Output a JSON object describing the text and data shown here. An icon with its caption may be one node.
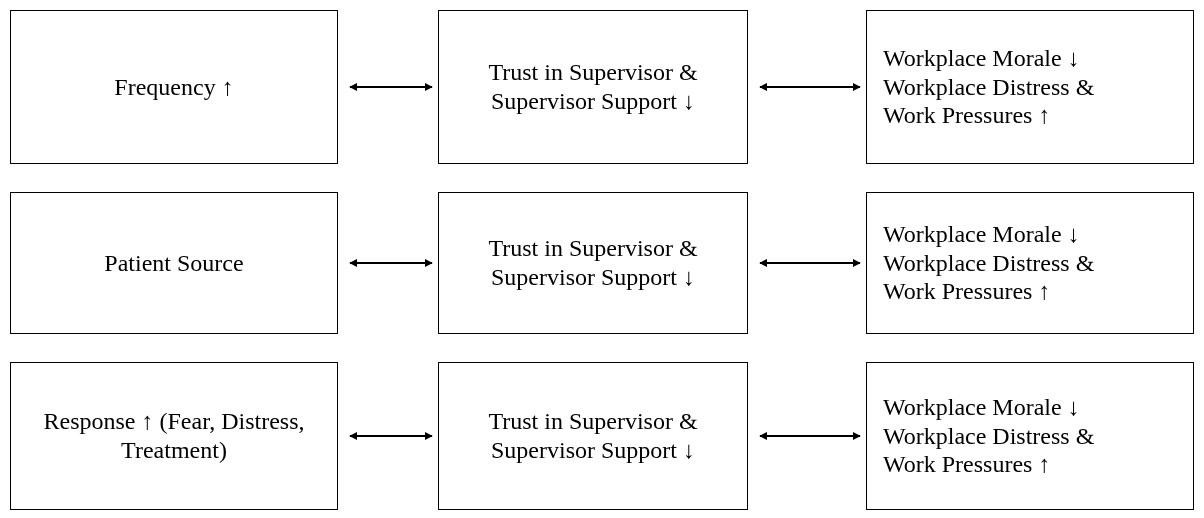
{
  "diagram": {
    "nodes": [
      {
        "text": [
          "Frequency ↑"
        ]
      },
      {
        "text": [
          "Trust in Supervisor & Supervisor Support ↓"
        ]
      },
      {
        "text": [
          "Workplace Morale ↓",
          "Workplace Distress & Work Pressures ↑"
        ]
      },
      {
        "text": [
          "Patient Source"
        ]
      },
      {
        "text": [
          "Trust in Supervisor & Supervisor Support ↓"
        ]
      },
      {
        "text": [
          "Workplace Morale ↓",
          "Workplace Distress & Work Pressures ↑"
        ]
      },
      {
        "text": [
          "Response ↑ (Fear, Distress, Treatment)"
        ]
      },
      {
        "text": [
          "Trust in Supervisor & Supervisor Support ↓"
        ]
      },
      {
        "text": [
          "Workplace Morale ↓",
          "Workplace Distress & Work Pressures ↑"
        ]
      }
    ],
    "edges": [
      {
        "from": 0,
        "to": 1,
        "arrow": "both"
      },
      {
        "from": 1,
        "to": 2,
        "arrow": "both"
      },
      {
        "from": 3,
        "to": 4,
        "arrow": "both"
      },
      {
        "from": 4,
        "to": 5,
        "arrow": "both"
      },
      {
        "from": 6,
        "to": 7,
        "arrow": "both"
      },
      {
        "from": 7,
        "to": 8,
        "arrow": "both"
      }
    ]
  }
}
